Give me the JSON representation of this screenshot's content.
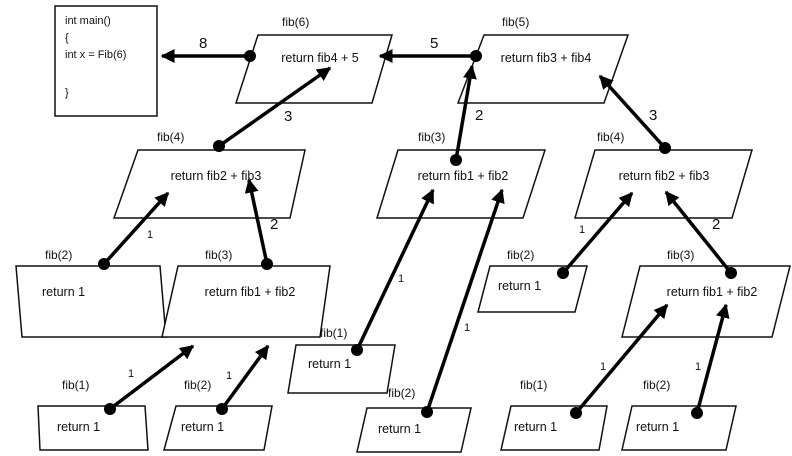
{
  "main_box": {
    "lines": [
      "int main()",
      "{",
      "int x = Fib(6)",
      "}"
    ]
  },
  "nodes": {
    "fib6": {
      "label": "fib(6)",
      "text": "return fib4 + 5"
    },
    "fib5": {
      "label": "fib(5)",
      "text": "return fib3 + fib4"
    },
    "fib4_left": {
      "label": "fib(4)",
      "text": "return fib2 + fib3"
    },
    "fib3_mid": {
      "label": "fib(3)",
      "text": "return fib1 + fib2"
    },
    "fib4_right": {
      "label": "fib(4)",
      "text": "return fib2 + fib3"
    },
    "fib2_a": {
      "label": "fib(2)",
      "text": "return 1"
    },
    "fib3_left": {
      "label": "fib(3)",
      "text": "return fib1 + fib2"
    },
    "fib2_b": {
      "label": "fib(2)",
      "text": "return 1"
    },
    "fib3_right": {
      "label": "fib(3)",
      "text": "return fib1 + fib2"
    },
    "fib1_mid": {
      "label": "fib(1)",
      "text": "return 1"
    },
    "fib1_a": {
      "label": "fib(1)",
      "text": "return 1"
    },
    "fib2_c": {
      "label": "fib(2)",
      "text": "return 1"
    },
    "fib2_mid": {
      "label": "fib(2)",
      "text": "return 1"
    },
    "fib1_b": {
      "label": "fib(1)",
      "text": "return 1"
    },
    "fib2_d": {
      "label": "fib(2)",
      "text": "return 1"
    }
  },
  "edges": {
    "fib6_to_main": "8",
    "fib5_to_fib6": "5",
    "fib4l_to_fib6": "3",
    "fib3m_to_fib5": "2",
    "fib4r_to_fib5": "3",
    "fib2a_to_fib4l": "1",
    "fib3l_to_fib4l": "2",
    "fib1m_to_fib3m": "1",
    "fib2m_to_fib3m": "1",
    "fib2b_to_fib4r": "1",
    "fib3r_to_fib4r": "2",
    "fib1a_to_fib3l": "1",
    "fib2c_to_fib3l": "1",
    "fib1b_to_fib3r": "1",
    "fib2d_to_fib3r": "1"
  }
}
